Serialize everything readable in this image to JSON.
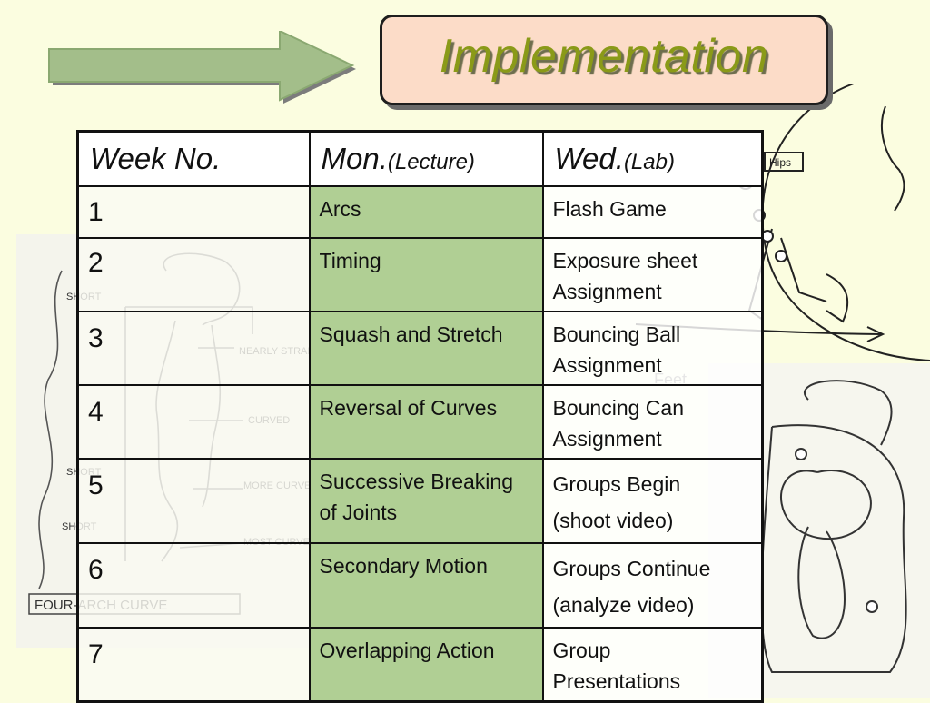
{
  "title": "Implementation",
  "table": {
    "headers": {
      "week": "Week No.",
      "mon_main": "Mon.",
      "mon_sub": "(Lecture)",
      "wed_main": "Wed.",
      "wed_sub": "(Lab)"
    },
    "rows": [
      {
        "week": "1",
        "mon": "Arcs",
        "wed": [
          "Flash Game"
        ]
      },
      {
        "week": "2",
        "mon": "Timing",
        "wed": [
          "Exposure sheet",
          "Assignment"
        ]
      },
      {
        "week": "3",
        "mon": "Squash and Stretch",
        "wed": [
          "Bouncing Ball",
          "Assignment"
        ]
      },
      {
        "week": "4",
        "mon": "Reversal of Curves",
        "wed": [
          "Bouncing Can",
          "Assignment"
        ]
      },
      {
        "week": "5",
        "mon": "Successive Breaking of Joints",
        "wed": [
          "Groups Begin",
          "(shoot video)"
        ]
      },
      {
        "week": "6",
        "mon": "Secondary Motion",
        "wed": [
          "Groups Continue",
          "(analyze video)"
        ]
      },
      {
        "week": "7",
        "mon": "Overlapping Action",
        "wed": [
          "Group",
          "Presentations"
        ]
      }
    ]
  },
  "sketch_labels": {
    "short_top": "SHORT",
    "short_mid": "SHORT",
    "short_bot": "SHORT",
    "nearly_straight": "NEARLY STRAIGHT",
    "curved": "CURVED",
    "more_curved": "MORE CURVED",
    "most_curved": "MOST CURVED",
    "four_arch": "FOUR-ARCH CURVE",
    "hips": "Hips",
    "feet": "Feet"
  },
  "icons": [
    "right-arrow-icon"
  ],
  "colors": {
    "background": "#fbfde0",
    "title_box": "#fcdcc8",
    "title_text": "#8a9a18",
    "arrow_fill": "#a3be8a",
    "mon_column": "#b0cf94"
  }
}
